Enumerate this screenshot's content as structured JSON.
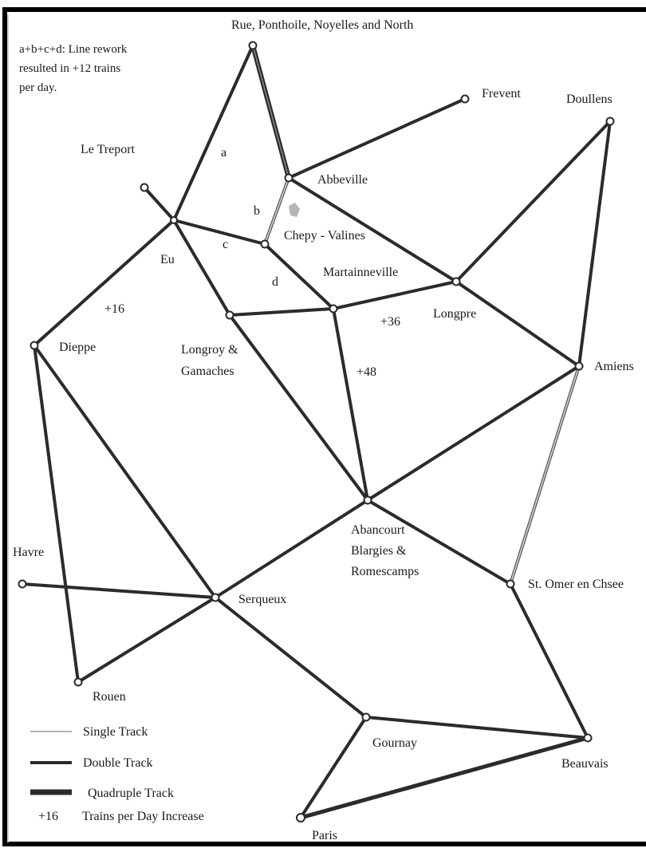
{
  "note": {
    "line1": "a+b+c+d: Line rework",
    "line2": "resulted in +12 trains",
    "line3": "per day."
  },
  "stations": {
    "rue": "Rue, Ponthoile, Noyelles and North",
    "frevent": "Frevent",
    "doullens": "Doullens",
    "le_treport": "Le Treport",
    "abbeville": "Abbeville",
    "chepy": "Chepy - Valines",
    "eu": "Eu",
    "martainneville": "Martainneville",
    "longpre": "Longpre",
    "dieppe": "Dieppe",
    "longroy_1": "Longroy &",
    "longroy_2": "Gamaches",
    "amiens": "Amiens",
    "abancourt_1": "Abancourt",
    "abancourt_2": "Blargies &",
    "abancourt_3": "Romescamps",
    "havre": "Havre",
    "serqueux": "Serqueux",
    "st_omer": "St. Omer en Chsee",
    "rouen": "Rouen",
    "gournay": "Gournay",
    "beauvais": "Beauvais",
    "paris": "Paris"
  },
  "segment_labels": {
    "a": "a",
    "b": "b",
    "c": "c",
    "d": "d"
  },
  "increases": {
    "eu_dieppe": "+16",
    "martainneville_longpre": "+36",
    "martainneville_abancourt": "+48"
  },
  "legend": {
    "single": "Single Track",
    "double": "Double Track",
    "quadruple": "Quadruple Track",
    "increase_symbol": "+16",
    "increase_text": "Trains per Day Increase"
  },
  "colors": {
    "track": "#2b2b2b",
    "single_track": "#9a9a9a",
    "border": "#000000"
  }
}
